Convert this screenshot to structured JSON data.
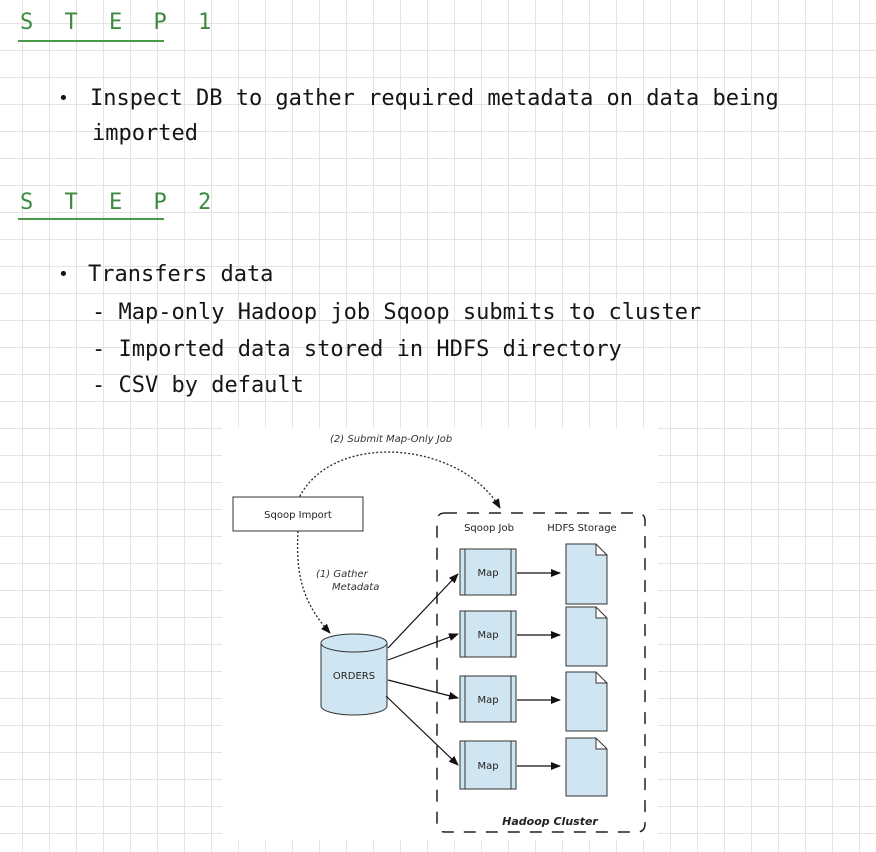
{
  "steps": [
    {
      "heading": "S T E P 1",
      "bullets": [
        {
          "line1": "Inspect DB to gather required metadata on data being",
          "line2": "imported"
        }
      ]
    },
    {
      "heading": "S T E P 2",
      "bullets": [
        {
          "text": "Transfers data",
          "subitems": [
            "- Map-only Hadoop job Sqoop submits to cluster",
            "- Imported data stored in HDFS directory",
            "- CSV by default"
          ]
        }
      ]
    }
  ],
  "diagram": {
    "submit_label": "(2) Submit Map-Only Job",
    "sqoop_import": "Sqoop Import",
    "gather_label_line1": "(1) Gather",
    "gather_label_line2": "Metadata",
    "db_label": "ORDERS",
    "sqoop_job_header": "Sqoop Job",
    "hdfs_header": "HDFS Storage",
    "map_label": "Map",
    "cluster_label": "Hadoop Cluster"
  },
  "colors": {
    "heading_green": "#3b8a3e",
    "map_fill": "#cfe6f2",
    "db_fill": "#cfe6f2",
    "file_fill": "#cfe6f2"
  }
}
